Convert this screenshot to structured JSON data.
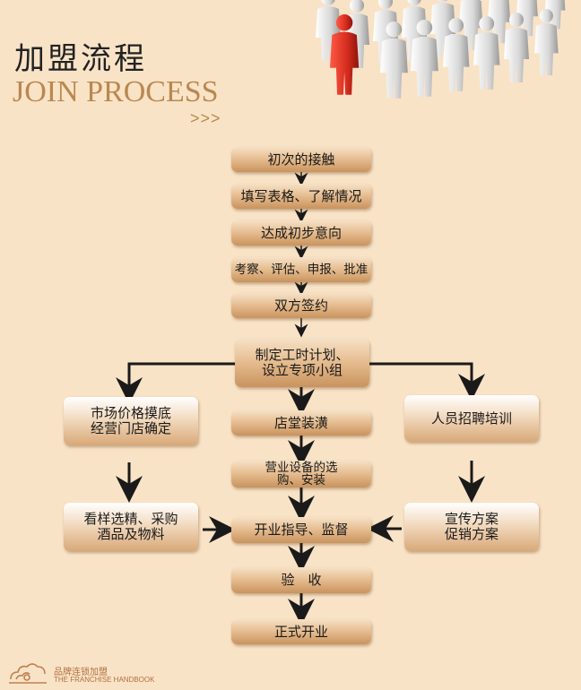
{
  "header": {
    "title_cn": "加盟流程",
    "title_en": "JOIN PROCESS",
    "chevrons": ">>>"
  },
  "flow": {
    "step1": "初次的接触",
    "step2": "填写表格、了解情况",
    "step3": "达成初步意向",
    "step4": "考察、评估、申报、批准",
    "step5": "双方签约",
    "step6_line1": "制定工时计划、",
    "step6_line2": "设立专项小组",
    "left1_line1": "市场价格摸底",
    "left1_line2": "经营门店确定",
    "left2_line1": "看样选精、采购",
    "left2_line2": "酒品及物料",
    "center1": "店堂装潢",
    "center2_line1": "营业设备的选",
    "center2_line2": "购、安装",
    "center3": "开业指导、监督",
    "center4": "验　收",
    "center5": "正式开业",
    "right1": "人员招聘培训",
    "right2_line1": "宣传方案",
    "right2_line2": "促销方案"
  },
  "footer": {
    "brand_cn": "品牌连锁加盟",
    "brand_en": "THE FRANCHISE HANDBOOK"
  },
  "colors": {
    "background": "#f9e3c6",
    "accent": "#b98850",
    "highlight_figure": "#d42b1e"
  }
}
